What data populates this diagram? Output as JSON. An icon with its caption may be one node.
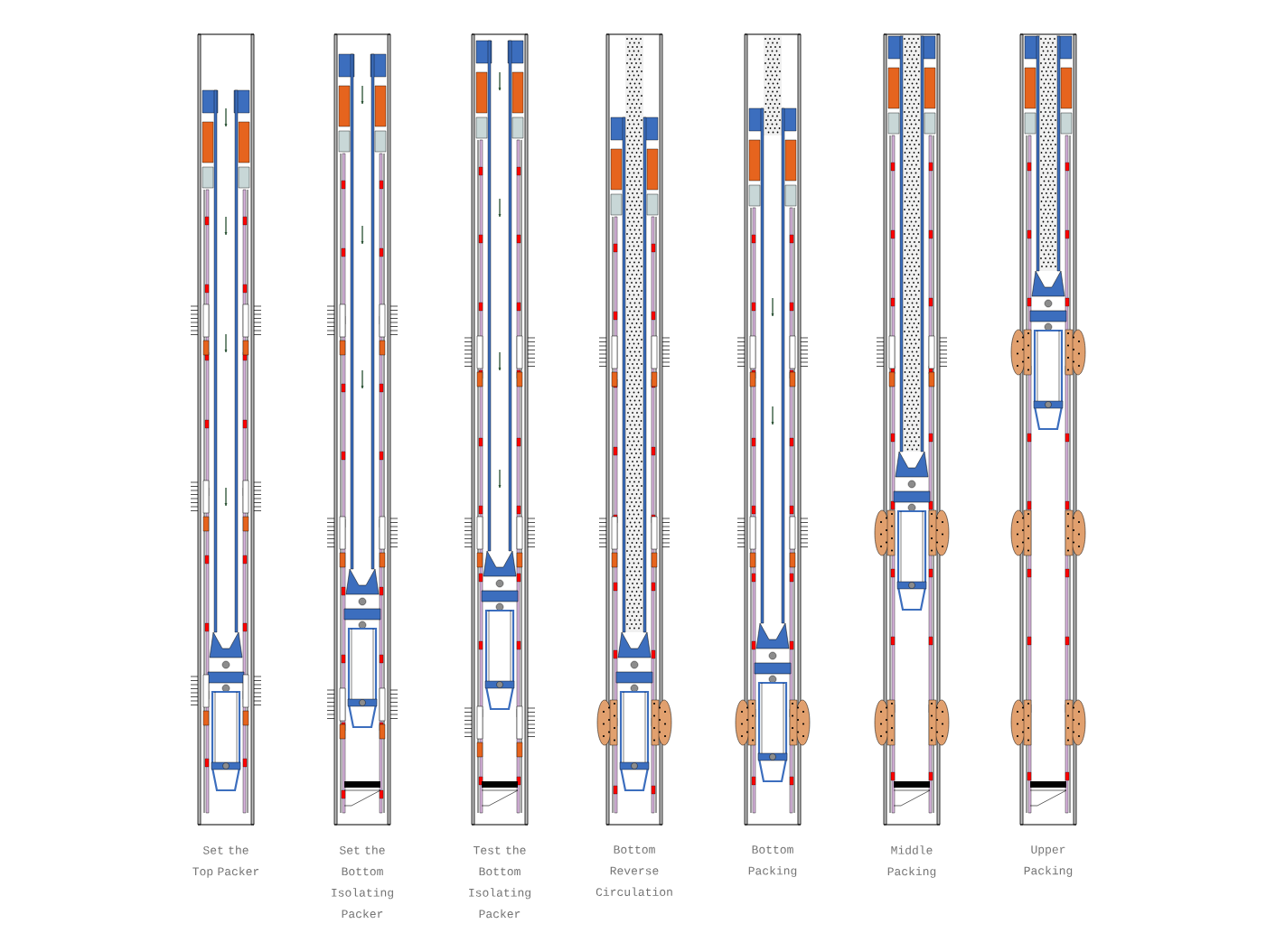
{
  "diagram": {
    "nodes": [
      {
        "text": [],
        "shape": "picture",
        "beside": [
          "Set the Top Packer"
        ]
      },
      {
        "text": [],
        "shape": "picture",
        "beside": [
          "Set the Bottom Isolating Packer"
        ]
      },
      {
        "text": [],
        "shape": "picture",
        "beside": [
          "Test the Bottom Isolating Packer"
        ]
      },
      {
        "text": [],
        "shape": "picture",
        "beside": [
          "Bottom Reverse Circulation"
        ]
      },
      {
        "text": [],
        "shape": "picture",
        "beside": [
          "Bottom Packing"
        ]
      },
      {
        "text": [],
        "shape": "picture",
        "beside": [
          "Middle Packing"
        ]
      },
      {
        "text": [],
        "shape": "picture",
        "beside": [
          "Upper Packing"
        ]
      }
    ]
  }
}
